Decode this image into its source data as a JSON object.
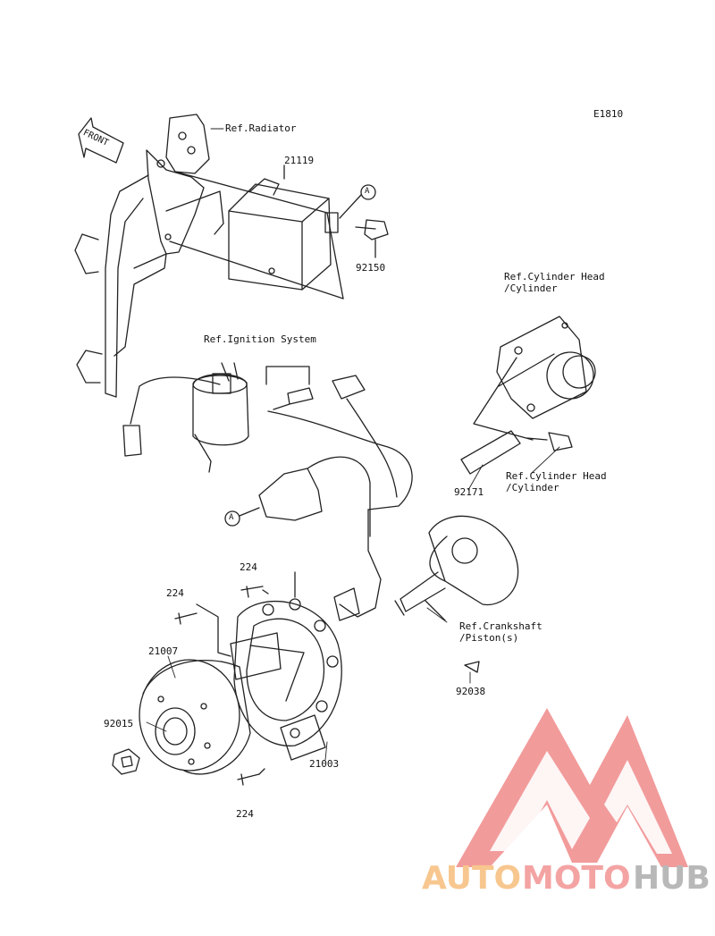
{
  "diagram": {
    "code": "E1810",
    "front_label": "FRONT",
    "callout": "A",
    "labels": {
      "ref_radiator": "Ref.Radiator",
      "part_21119": "21119",
      "part_92150": "92150",
      "ref_cyl_head_top": "Ref.Cylinder Head\n/Cylinder",
      "ref_ignition": "Ref.Ignition System",
      "ref_cyl_head_bottom": "Ref.Cylinder Head\n/Cylinder",
      "part_92171": "92171",
      "part_224_top": "224",
      "part_224_left": "224",
      "part_224_bottom": "224",
      "part_21007": "21007",
      "part_92015": "92015",
      "part_21003": "21003",
      "ref_crankshaft": "Ref.Crankshaft\n/Piston(s)",
      "part_92038": "92038"
    }
  },
  "watermark": {
    "auto": "AUTO",
    "moto": "MOTO",
    "hub": "HUB",
    "colors": {
      "auto": "#f7c78f",
      "moto": "#f4a3a3",
      "hub": "#b8b8b8",
      "triangle": "#f08a8a"
    }
  }
}
